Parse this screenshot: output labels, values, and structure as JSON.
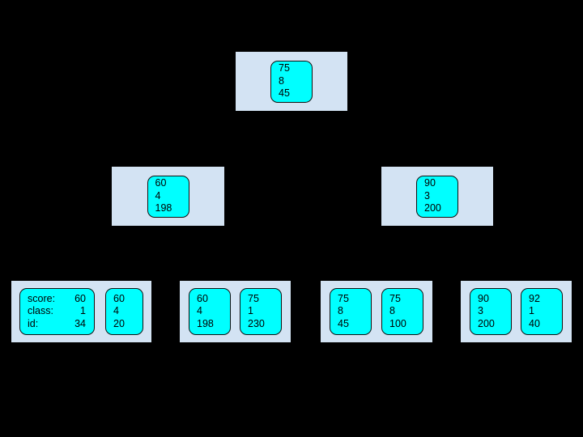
{
  "diagram": {
    "title": "",
    "background_color": "#000000",
    "group_color": "#d3e3f3",
    "node_color": "#00ffff",
    "node_border_color": "#111111",
    "field_labels": [
      "score:",
      "class:",
      "id:"
    ],
    "levels": [
      {
        "name": "root",
        "groups": [
          {
            "name": "root-group",
            "nodes": [
              {
                "labeled": false,
                "values": [
                  "75",
                  "8",
                  "45"
                ]
              }
            ]
          }
        ]
      },
      {
        "name": "level-2",
        "groups": [
          {
            "name": "level2-group-left",
            "nodes": [
              {
                "labeled": false,
                "values": [
                  "60",
                  "4",
                  "198"
                ]
              }
            ]
          },
          {
            "name": "level2-group-right",
            "nodes": [
              {
                "labeled": false,
                "values": [
                  "90",
                  "3",
                  "200"
                ]
              }
            ]
          }
        ]
      },
      {
        "name": "level-3-leaves",
        "groups": [
          {
            "name": "leaf-group-1",
            "nodes": [
              {
                "labeled": true,
                "labels": [
                  "score:",
                  "class:",
                  "id:"
                ],
                "values": [
                  "60",
                  "1",
                  "34"
                ]
              },
              {
                "labeled": false,
                "values": [
                  "60",
                  "4",
                  "20"
                ]
              }
            ]
          },
          {
            "name": "leaf-group-2",
            "nodes": [
              {
                "labeled": false,
                "values": [
                  "60",
                  "4",
                  "198"
                ]
              },
              {
                "labeled": false,
                "values": [
                  "75",
                  "1",
                  "230"
                ]
              }
            ]
          },
          {
            "name": "leaf-group-3",
            "nodes": [
              {
                "labeled": false,
                "values": [
                  "75",
                  "8",
                  "45"
                ]
              },
              {
                "labeled": false,
                "values": [
                  "75",
                  "8",
                  "100"
                ]
              }
            ]
          },
          {
            "name": "leaf-group-4",
            "nodes": [
              {
                "labeled": false,
                "values": [
                  "90",
                  "3",
                  "200"
                ]
              },
              {
                "labeled": false,
                "values": [
                  "92",
                  "1",
                  "40"
                ]
              }
            ]
          }
        ]
      }
    ]
  }
}
